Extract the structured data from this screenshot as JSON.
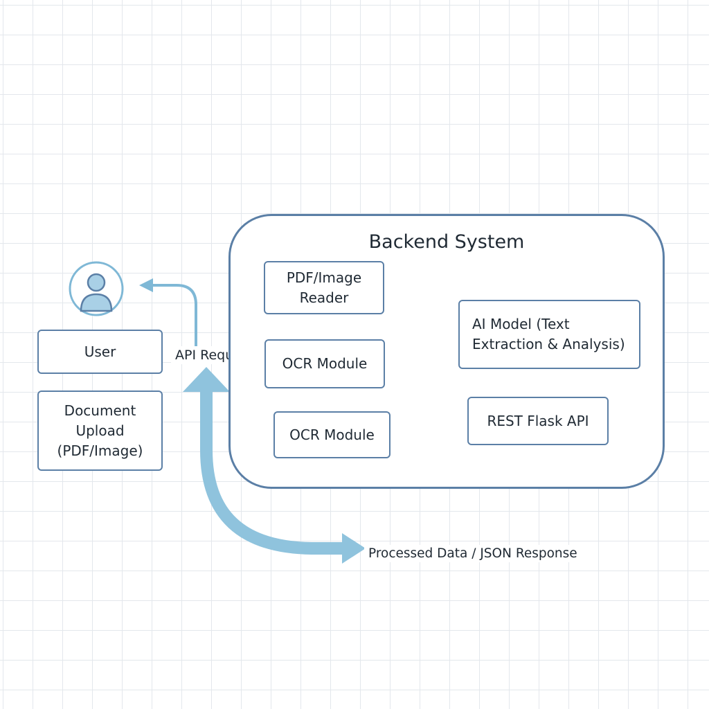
{
  "diagram": {
    "container_title": "Backend System",
    "nodes": {
      "user": "User",
      "document_upload": "Document\nUpload\n(PDF/Image)",
      "pdf_reader": "PDF/Image\nReader",
      "ocr_module_1": "OCR Module",
      "ocr_module_2": "OCR Module",
      "ai_model": "AI Model (Text\nExtraction & Analysis)",
      "rest_api": "REST Flask API"
    },
    "labels": {
      "api_request": "API Request",
      "response": "Processed Data / JSON Response"
    },
    "icons": {
      "user": "user-avatar-icon"
    },
    "colors": {
      "box_border": "#5b7fa6",
      "arrow": "#7fb8d6",
      "icon_fill": "#a9d0e6",
      "grid": "#e3e7ec"
    }
  }
}
